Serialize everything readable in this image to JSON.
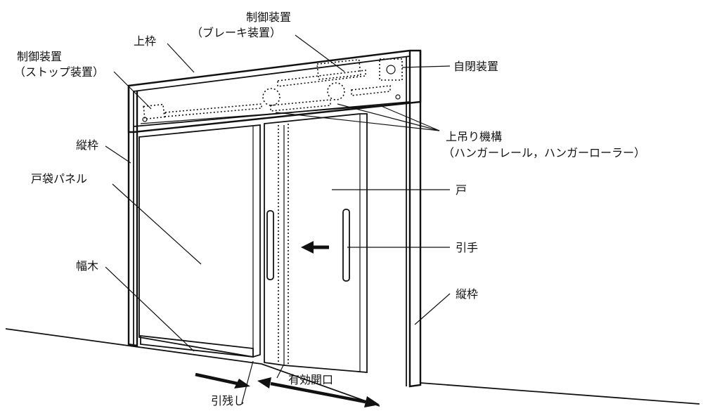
{
  "labels": {
    "control_stop_1": "制御装置",
    "control_stop_2": "（ストップ装置）",
    "top_frame": "上枠",
    "control_brake_1": "制御装置",
    "control_brake_2": "（ブレーキ装置）",
    "self_closing": "自閉装置",
    "hanger_1": "上吊り機構",
    "hanger_2": "（ハンガーレール，ハンガーローラー）",
    "jamb_left": "縦枠",
    "pocket_panel": "戸袋パネル",
    "door": "戸",
    "handle": "引手",
    "baseboard": "幅木",
    "jamb_right": "縦枠",
    "pull_remain": "引残し",
    "effective_opening": "有効開口"
  }
}
